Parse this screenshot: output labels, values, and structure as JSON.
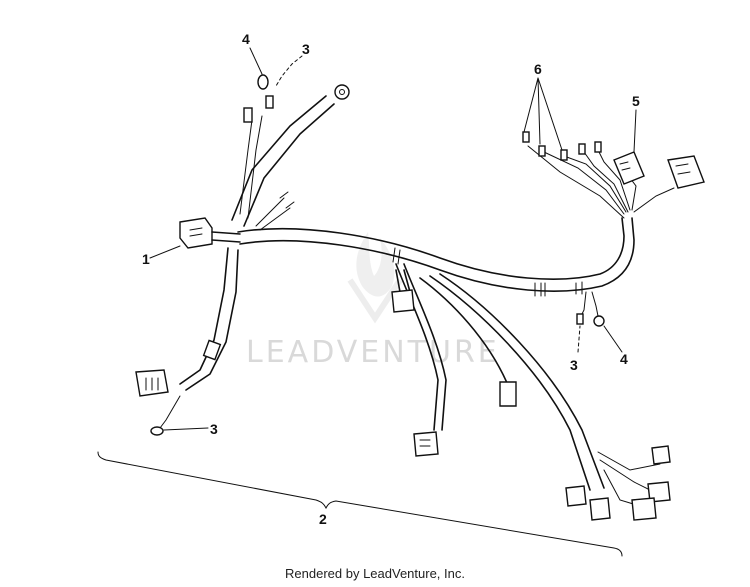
{
  "watermark": {
    "text": "LEADVENTURE"
  },
  "callouts": {
    "c1": "1",
    "c2": "2",
    "c3_top": "3",
    "c3_right": "3",
    "c3_left": "3",
    "c4_top": "4",
    "c4_right": "4",
    "c5": "5",
    "c6": "6"
  },
  "footer": {
    "text": "Rendered by LeadVenture, Inc."
  }
}
